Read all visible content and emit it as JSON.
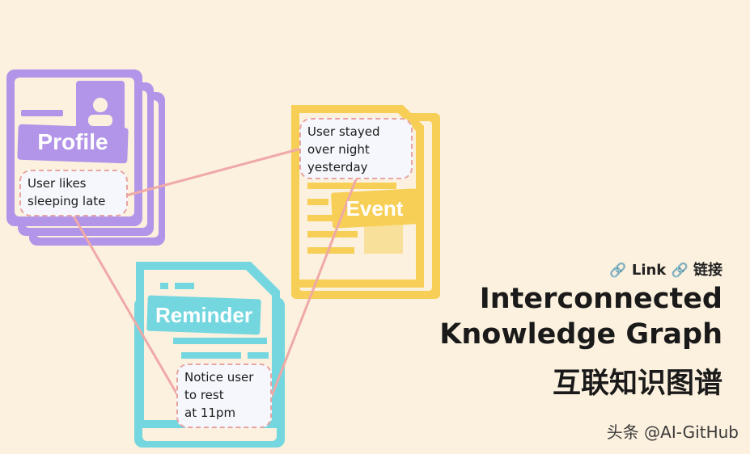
{
  "cards": {
    "profile": {
      "label": "Profile",
      "note": "User likes\nsleeping late"
    },
    "event": {
      "label": "Event",
      "note": "User stayed\nover night\nyesterday"
    },
    "reminder": {
      "label": "Reminder",
      "note": "Notice user\nto rest\nat 11pm"
    }
  },
  "tag": {
    "icon": "link-icon",
    "glyph": "🔗",
    "text": " Link ",
    "text_zh": " 链接"
  },
  "title": {
    "line1": "Interconnected",
    "line2": "Knowledge Graph",
    "zh": "互联知识图谱"
  },
  "watermark": "头条 @AI-GitHub",
  "colors": {
    "background": "#fcf1de",
    "profile": "#b295e8",
    "event": "#f7cf56",
    "reminder": "#74d7df",
    "connector": "#efa9a7",
    "note_border": "#e8a4a2"
  }
}
